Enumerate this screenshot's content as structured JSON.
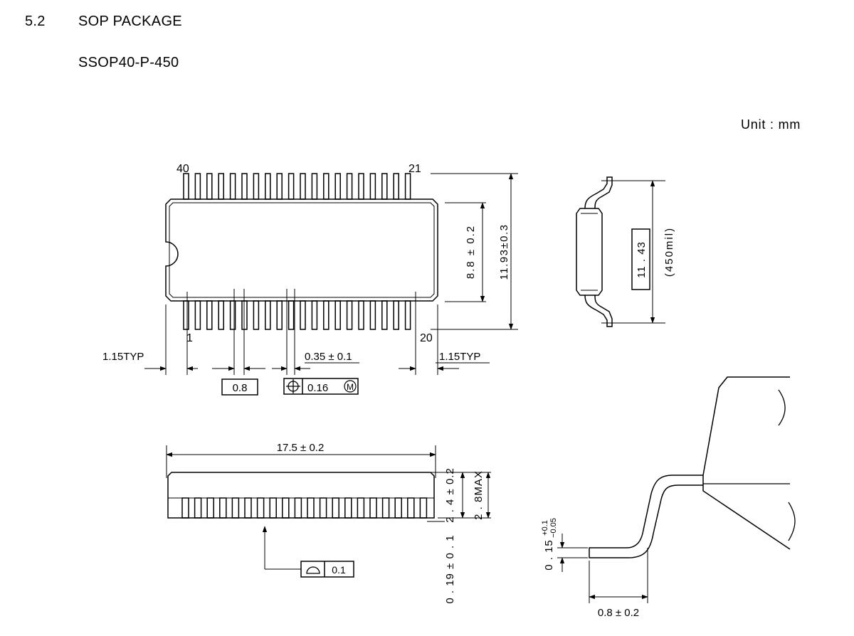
{
  "header": {
    "section_number": "5.2",
    "section_title": "SOP PACKAGE",
    "package_code": "SSOP40-P-450",
    "unit": "Unit : mm"
  },
  "top_view": {
    "pin_40": "40",
    "pin_21": "21",
    "pin_1": "1",
    "pin_20": "20",
    "pins_per_side": 20,
    "body_width_dim": "8.8 ± 0.2",
    "overall_width_dim": "11.93±0.3",
    "left_end_dim": "1.15TYP",
    "right_end_dim": "1.15TYP",
    "lead_width_dim": "0.35 ± 0.1",
    "pitch_box": "0.8",
    "position_tol_box": "0.16",
    "position_modifier": "M"
  },
  "end_view": {
    "lead_span_box": "11 . 43",
    "lead_span_mil": "(450mil)"
  },
  "side_view": {
    "length_dim": "17.5 ± 0.2",
    "body_height_dim": "2 . 4 ± 0.2",
    "max_height_dim": "2 . 8MAX",
    "standoff_dim": "0 . 19 ± 0 . 1",
    "flatness_box": "0.1"
  },
  "lead_detail": {
    "thickness_dim": "0 . 15",
    "thickness_tol_plus": "+0.1",
    "thickness_tol_minus": "−0.05",
    "foot_length_dim": "0.8 ± 0.2"
  }
}
